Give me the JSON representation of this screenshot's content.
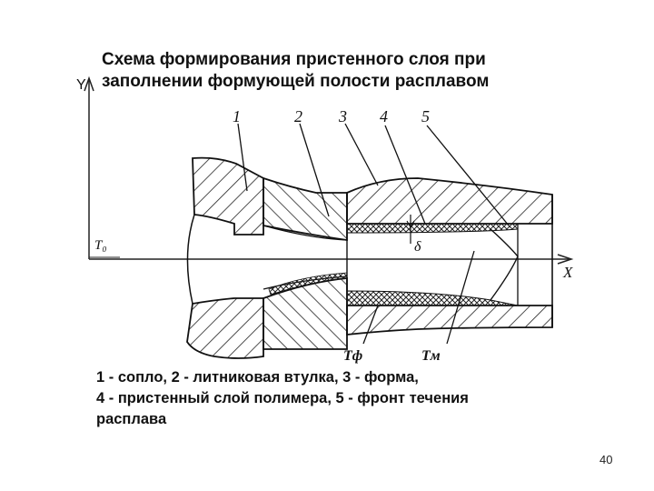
{
  "slide": {
    "title_line1": "Схема формирования пристенного слоя при",
    "title_line2": "заполнении формующей полости расплавом",
    "caption_line1": "1 - сопло, 2 - литниковая втулка, 3 - форма,",
    "caption_line2": "4 - пристенный слой полимера, 5 - фронт течения",
    "caption_line3": "расплава",
    "page_number": "40"
  },
  "diagram": {
    "axis_y": "Y",
    "axis_x": "X",
    "temp_start": "T₀",
    "part_labels": [
      "1",
      "2",
      "3",
      "4",
      "5"
    ],
    "thickness_label": "δ",
    "temp_nozzle": "Tф",
    "temp_mold": "Tм"
  }
}
